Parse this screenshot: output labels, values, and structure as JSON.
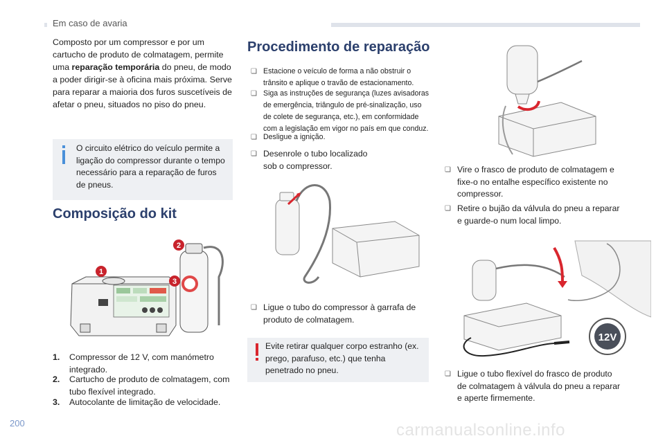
{
  "header": {
    "section": "Em caso de avaria"
  },
  "page_number": "200",
  "watermark": "carmanualsonline.info",
  "intro": {
    "part1": "Composto por um compressor e por um cartucho de produto de colmatagem, permite uma ",
    "bold": "reparação temporária",
    "part2": " do pneu, de modo a poder dirigir-se à oficina mais próxima. Serve para reparar a maioria dos furos suscetíveis de afetar o pneu, situados no piso do pneu."
  },
  "info_box": {
    "text": "O circuito elétrico do veículo permite a ligação do compressor durante o tempo necessário para a reparação de furos de pneus."
  },
  "kit": {
    "title": "Composição do kit",
    "callouts": [
      "1",
      "2",
      "3"
    ],
    "items": [
      {
        "num": "1.",
        "text": "Compressor de 12 V, com manómetro integrado."
      },
      {
        "num": "2.",
        "text": "Cartucho de produto de colmatagem, com tubo flexível integrado."
      },
      {
        "num": "3.",
        "text": "Autocolante de limitação de velocidade."
      }
    ]
  },
  "procedure": {
    "title": "Procedimento de reparação",
    "small_steps": [
      "Estacione o veículo de forma a não obstruir o trânsito e aplique o travão de estacionamento.",
      "Siga as instruções de segurança (luzes avisadoras de emergência, triângulo de pré-sinalização, uso de colete de segurança, etc.), em conformidade com a legislação em vigor no país em que conduz.",
      "Desligue a ignição."
    ],
    "step_unroll": "Desenrole o tubo localizado sob o compressor.",
    "step_connect_bottle": "Ligue o tubo do compressor à garrafa de produto de colmatagem.",
    "warning": "Evite retirar qualquer corpo estranho (ex. prego, parafuso, etc.) que tenha penetrado no pneu.",
    "step_turn_bottle": "Vire o frasco de produto de colmatagem e fixe-o no entalhe específico existente no compressor.",
    "step_remove_cap": "Retire o bujão da válvula do pneu a reparar e guarde-o num local limpo.",
    "step_connect_valve": "Ligue o tubo flexível do frasco de produto de colmatagem à válvula do pneu a reparar e aperte firmemente.",
    "plug_label": "12V"
  },
  "colors": {
    "heading": "#2b3f6c",
    "info_bar": "#4a90d9",
    "warn": "#d9262e",
    "box_bg": "#eef0f3",
    "callout": "#c8232c"
  }
}
